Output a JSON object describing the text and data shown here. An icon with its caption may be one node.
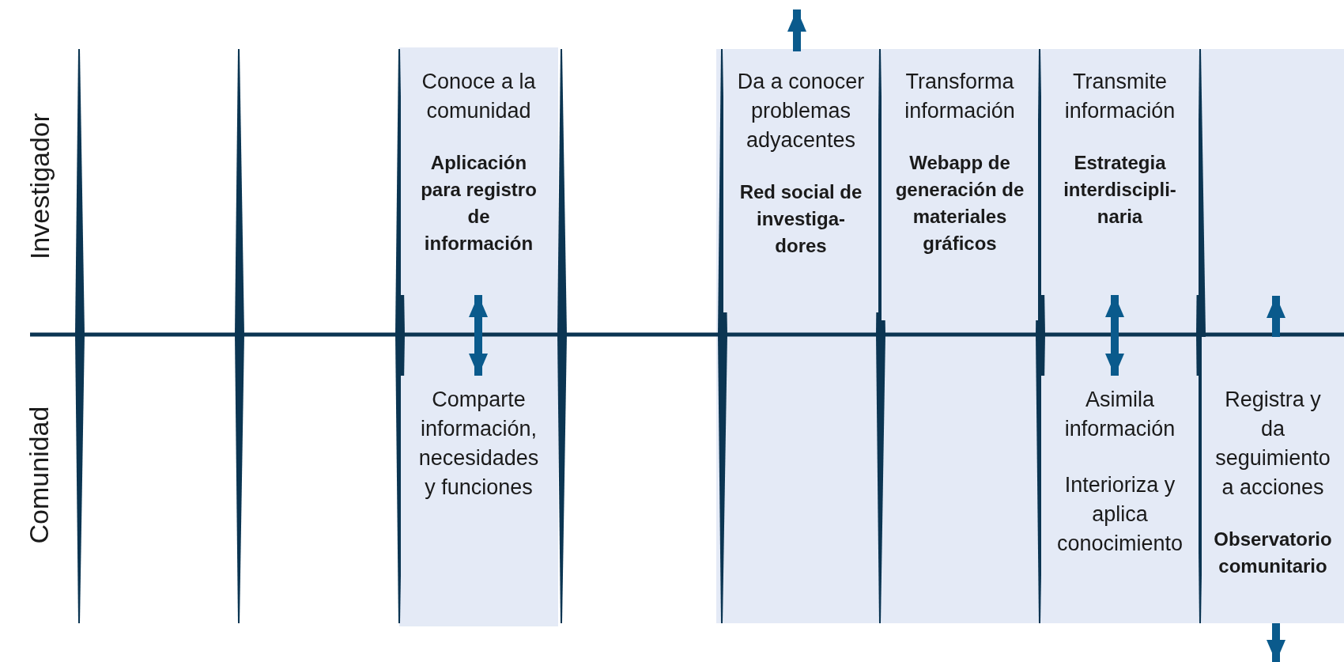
{
  "diagram": {
    "nodes": [
      {
        "text": [
          "Conoce a la comunidad",
          "Aplicación para registro de información"
        ]
      },
      {
        "text": [
          "Comparte información, necesidades y funciones"
        ]
      },
      {
        "text": [
          "Da a conocer problemas adyacentes",
          "Red social de investiga-dores"
        ]
      },
      {
        "text": [
          "Transforma información",
          "Webapp de generación de materiales gráficos"
        ]
      },
      {
        "text": [
          "Transmite información",
          "Estrategia interdiscipli-naria"
        ]
      },
      {
        "text": [
          "Asimila información",
          "Interioriza y aplica conocimiento"
        ]
      },
      {
        "text": [
          "Registra y da seguimiento a acciones",
          "Observatorio comunitario"
        ]
      }
    ],
    "edges": [
      {
        "from": 0,
        "to": 1,
        "arrow": "both"
      },
      {
        "from": 4,
        "to": 5,
        "arrow": "both"
      },
      {
        "from": 2,
        "to": null,
        "arrow": "to"
      },
      {
        "from": 6,
        "to": null,
        "arrow": "to"
      },
      {
        "from": 6,
        "to": null,
        "arrow": "to"
      }
    ],
    "labels": [
      "Investigador",
      "Comunidad"
    ]
  }
}
